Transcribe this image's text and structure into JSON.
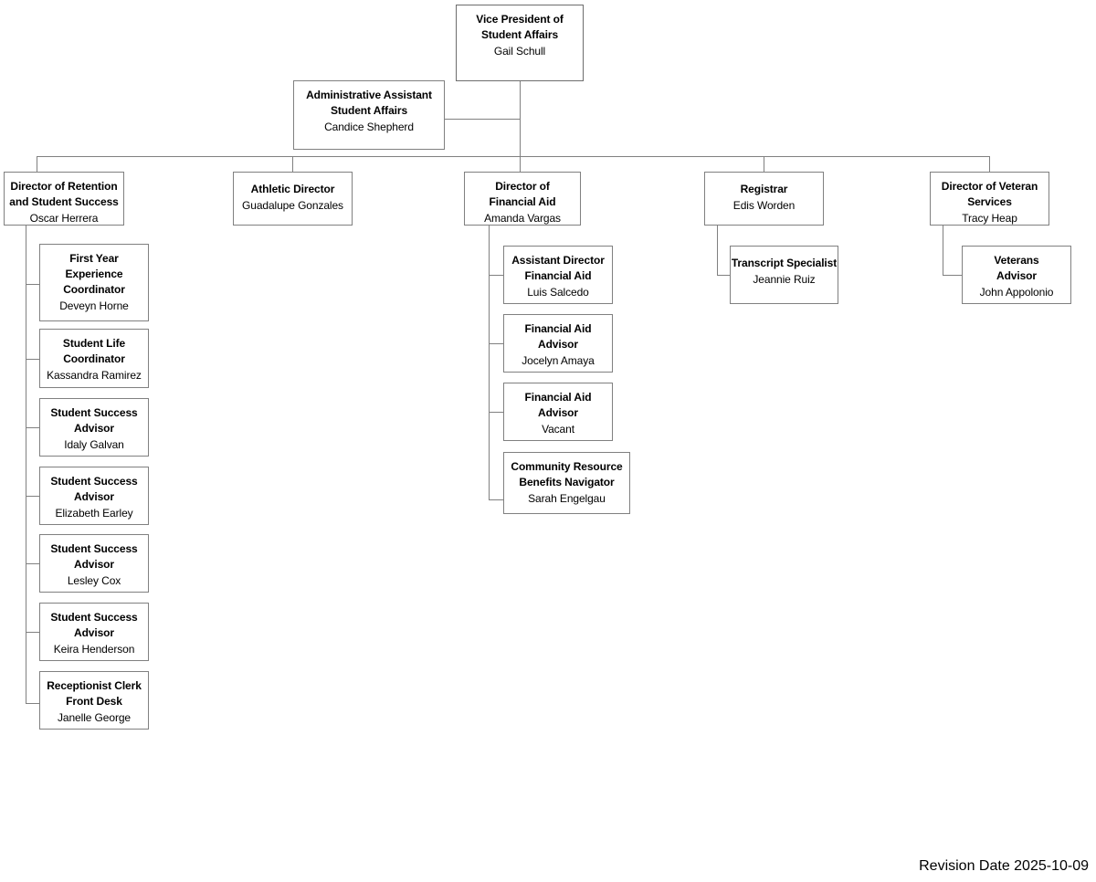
{
  "document": {
    "revision_label": "Revision Date 2025-10-09"
  },
  "nodes": {
    "vp": {
      "title": "Vice President of\nStudent Affairs",
      "person": "Gail Schull"
    },
    "admin_assistant": {
      "title": "Administrative Assistant\nStudent Affairs",
      "person": "Candice Shepherd"
    },
    "dir_retention": {
      "title": "Director of Retention\nand Student Success",
      "person": "Oscar Herrera"
    },
    "athletic_director": {
      "title": "Athletic Director",
      "person": "Guadalupe Gonzales"
    },
    "dir_financial_aid": {
      "title": "Director of\nFinancial Aid",
      "person": "Amanda Vargas"
    },
    "registrar": {
      "title": "Registrar",
      "person": "Edis Worden"
    },
    "dir_veteran": {
      "title": "Director of Veteran\nServices",
      "person": "Tracy Heap"
    },
    "fye_coordinator": {
      "title": "First Year\nExperience\nCoordinator",
      "person": "Deveyn Horne"
    },
    "student_life_coordinator": {
      "title": "Student Life\nCoordinator",
      "person": "Kassandra Ramirez"
    },
    "ss_advisor_1": {
      "title": "Student Success\nAdvisor",
      "person": "Idaly Galvan"
    },
    "ss_advisor_2": {
      "title": "Student Success\nAdvisor",
      "person": "Elizabeth Earley"
    },
    "ss_advisor_3": {
      "title": "Student Success\nAdvisor",
      "person": "Lesley Cox"
    },
    "ss_advisor_4": {
      "title": "Student Success\nAdvisor",
      "person": "Keira Henderson"
    },
    "receptionist_clerk": {
      "title": "Receptionist Clerk\nFront Desk",
      "person": "Janelle George"
    },
    "asst_dir_financial_aid": {
      "title": "Assistant Director\nFinancial Aid",
      "person": "Luis Salcedo"
    },
    "fa_advisor_1": {
      "title": "Financial Aid\nAdvisor",
      "person": "Jocelyn Amaya"
    },
    "fa_advisor_2": {
      "title": "Financial Aid\nAdvisor",
      "person": "Vacant"
    },
    "community_resource_navigator": {
      "title": "Community Resource\nBenefits Navigator",
      "person": "Sarah Engelgau"
    },
    "transcript_specialist": {
      "title": "Transcript Specialist",
      "person": "Jeannie Ruiz"
    },
    "veterans_advisor": {
      "title": "Veterans\nAdvisor",
      "person": "John Appolonio"
    }
  },
  "style": {
    "box_border_color": "#808080",
    "connector_color": "#808080",
    "text_color": "#000000",
    "background_color": "#ffffff"
  }
}
